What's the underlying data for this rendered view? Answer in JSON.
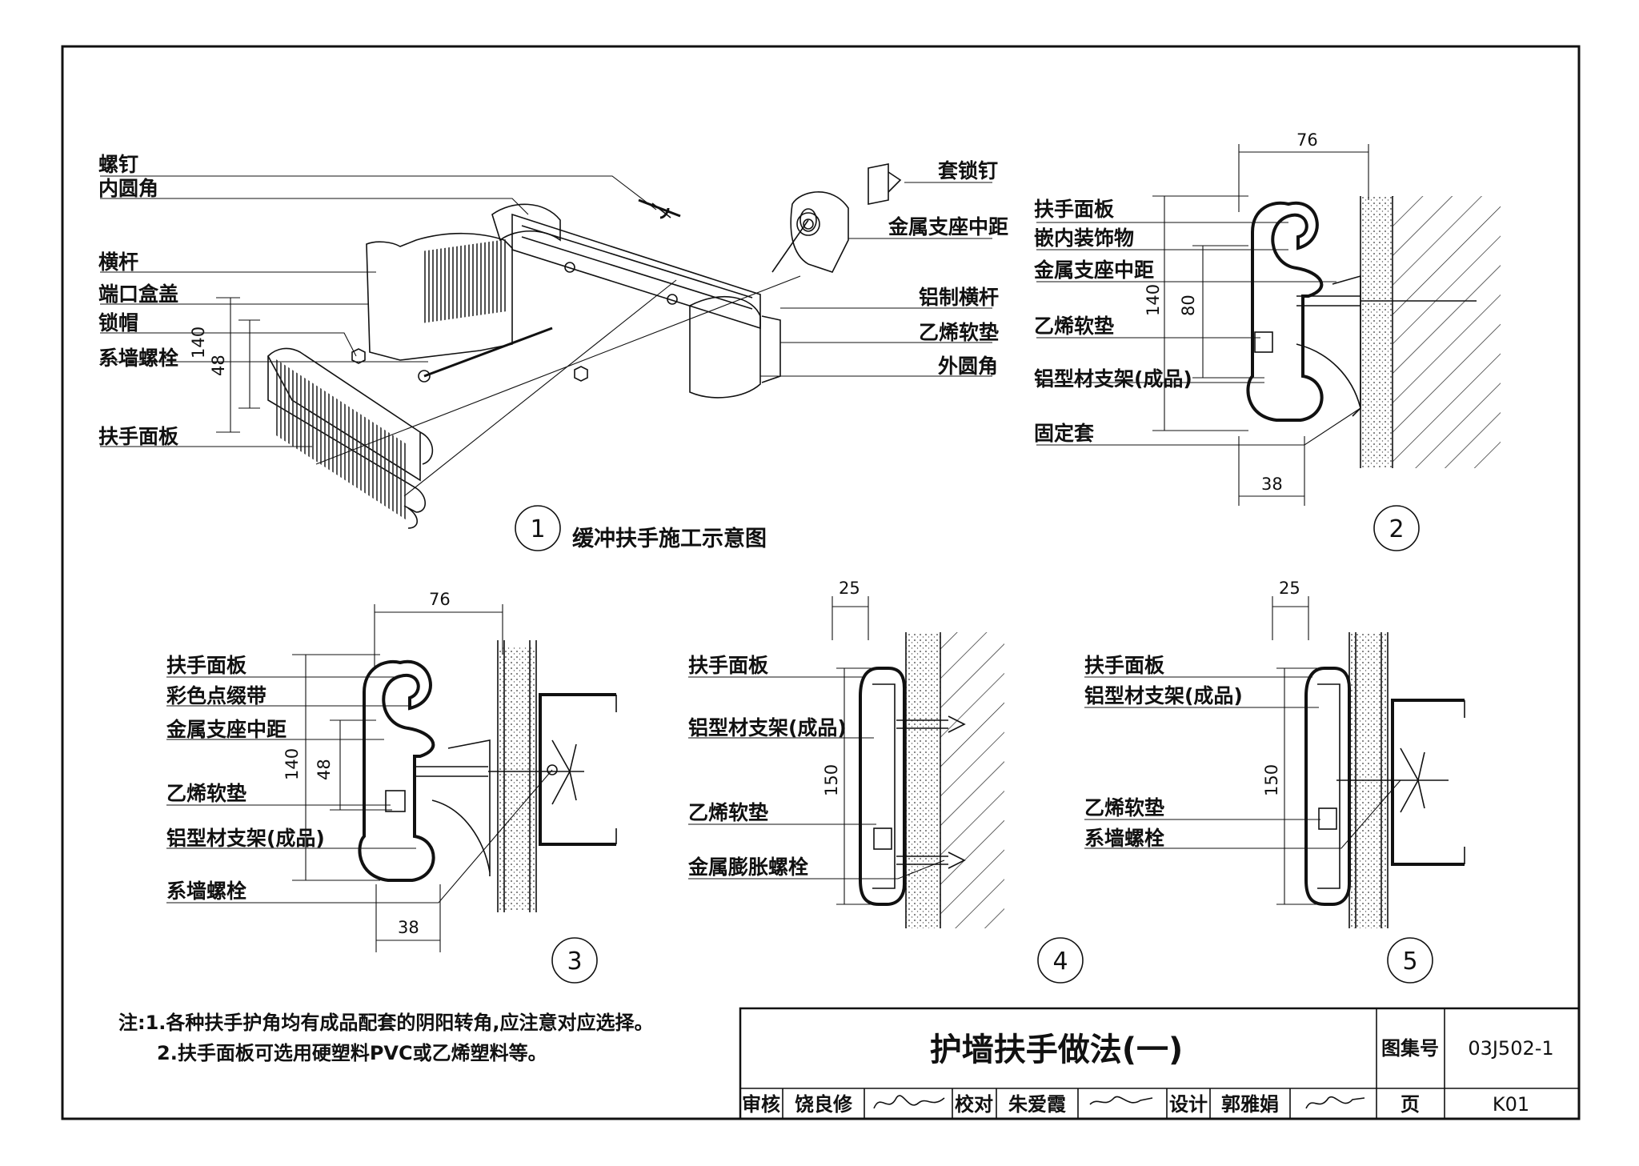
{
  "drawing": {
    "detail1": {
      "number": "1",
      "title": "缓冲扶手施工示意图",
      "labels_left": [
        "螺钉",
        "内圆角",
        "横杆",
        "端口盒盖",
        "锁帽",
        "系墙螺栓",
        "扶手面板"
      ],
      "labels_right": [
        "套锁钉",
        "金属支座中距",
        "铝制横杆",
        "乙烯软垫",
        "外圆角"
      ],
      "dims": [
        "140",
        "48"
      ]
    },
    "detail2": {
      "number": "2",
      "labels": [
        "扶手面板",
        "嵌内装饰物",
        "金属支座中距",
        "乙烯软垫",
        "铝型材支架(成品)",
        "固定套"
      ],
      "dims": [
        "76",
        "140",
        "80",
        "38"
      ]
    },
    "detail3": {
      "number": "3",
      "labels": [
        "扶手面板",
        "彩色点缀带",
        "金属支座中距",
        "乙烯软垫",
        "铝型材支架(成品)",
        "系墙螺栓"
      ],
      "dims": [
        "76",
        "140",
        "48",
        "38"
      ]
    },
    "detail4": {
      "number": "4",
      "labels": [
        "扶手面板",
        "铝型材支架(成品)",
        "乙烯软垫",
        "金属膨胀螺栓"
      ],
      "dims": [
        "25",
        "150"
      ]
    },
    "detail5": {
      "number": "5",
      "labels": [
        "扶手面板",
        "铝型材支架(成品)",
        "乙烯软垫",
        "系墙螺栓"
      ],
      "dims": [
        "25",
        "150"
      ]
    }
  },
  "notes": {
    "line1": "注:1.各种扶手护角均有成品配套的阴阳转角,应注意对应选择。",
    "line2": "2.扶手面板可选用硬塑料PVC或乙烯塑料等。"
  },
  "title_block": {
    "title": "护墙扶手做法(一)",
    "atlas_label": "图集号",
    "atlas_no": "03J502-1",
    "review_label": "审核",
    "reviewer": "饶良修",
    "check_label": "校对",
    "checker": "朱爱霞",
    "design_label": "设计",
    "designer": "郭雅娟",
    "page_label": "页",
    "page_no": "K01"
  }
}
